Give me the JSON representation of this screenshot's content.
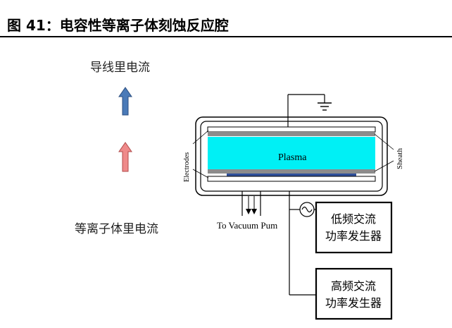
{
  "title": "图 41：电容性等离子体刻蚀反应腔",
  "labels": {
    "wire_current": "导线里电流",
    "plasma_current": "等离子体里电流",
    "plasma": "Plasma",
    "electrodes": "Electrodes",
    "sheath": "Sheath",
    "vacuum_pump": "To Vacuum Pum",
    "low_freq_line1": "低频交流",
    "low_freq_line2": "功率发生器",
    "high_freq_line1": "高频交流",
    "high_freq_line2": "功率发生器"
  },
  "colors": {
    "wire_arrow": "#4a7ab8",
    "plasma_arrow": "#ef8a8a",
    "plasma_fill": "#00f0f5",
    "electrode_fill": "#8c8c8c",
    "substrate_fill": "#2f4f9a"
  },
  "icons": {
    "ground": "ground-symbol",
    "ac_source": "ac-source-symbol"
  }
}
